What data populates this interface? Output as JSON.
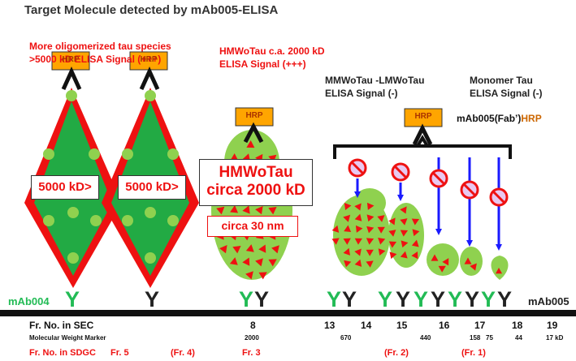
{
  "title": "Target Molecule detected by mAb005-ELISA",
  "headers": {
    "oligo_line1": "More oligomerized tau species",
    "oligo_line2": ">5000 kD  ELISA Signal (+++)",
    "hmw_line1": "HMWoTau c.a. 2000 kD",
    "hmw_line2": "ELISA Signal (+++)",
    "mmw_line1": "MMWoTau -LMWoTau",
    "mmw_line2": "ELISA Signal (-)",
    "mono_line1": "Monomer Tau",
    "mono_line2": "ELISA Signal (-)"
  },
  "hrp_label": "HRP",
  "fab_label_prefix": "mAb005(Fab’)",
  "fab_label_suffix": "HRP",
  "size_box_left": "5000 kD>",
  "size_box_right": "5000 kD>",
  "hmw_box_line1": "HMWoTau",
  "hmw_box_line2": "circa 2000 kD",
  "nm_box": "circa 30 nm",
  "mab004": "mAb004",
  "mab005": "mAb005",
  "antibody_glyph": "Y",
  "colors": {
    "red": "#ee1111",
    "green": "#22aa44",
    "light_green": "#8fd14f",
    "hrp_fill": "#ffa500",
    "blue_arrow": "#1a1aff",
    "baseline": "#111111"
  },
  "sec": {
    "label": "Fr. No. in  SEC",
    "fractions": [
      "8",
      "13",
      "14",
      "15",
      "16",
      "17",
      "18",
      "19"
    ]
  },
  "mw": {
    "label": "Molecular Weight  Marker",
    "values": [
      "2000",
      "670",
      "440",
      "158",
      "75",
      "44",
      "17 kD"
    ]
  },
  "sdgc": {
    "label": "Fr. No. in SDGC",
    "fractions": [
      "Fr. 5",
      "(Fr. 4)",
      "Fr. 3",
      "(Fr. 2)",
      "(Fr. 1)"
    ]
  }
}
